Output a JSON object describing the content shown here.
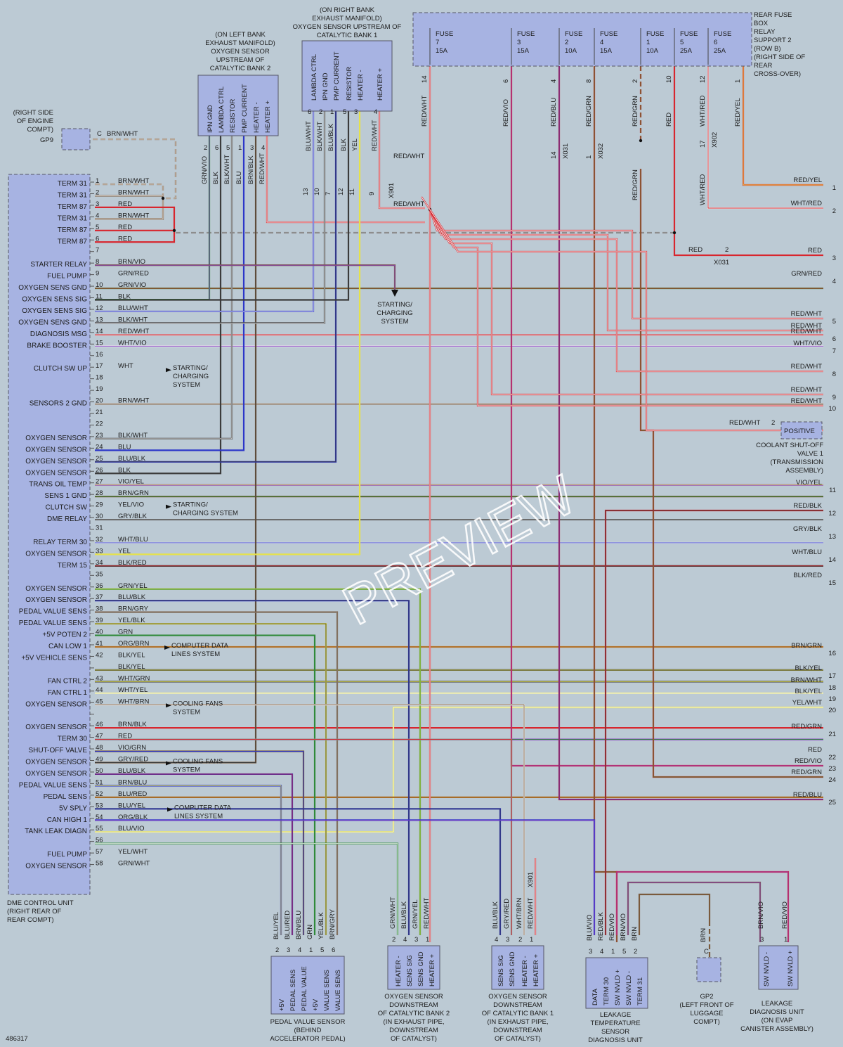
{
  "diagram_id": "486317",
  "watermark": "PREVIEW",
  "colors": {
    "RED": "#d8262e",
    "BRN": "#7a5a3c",
    "WHT": "#f2f2f2",
    "BLU": "#2c36c9",
    "GRN": "#2f8a3a",
    "YEL": "#e6e24a",
    "BLK": "#3b3b3b",
    "VIO": "#8a3fc4",
    "GRY": "#8d8d8d",
    "ORG": "#e88a1c",
    "box_fill": "#a7b3e2",
    "background": "#bccad4"
  },
  "dme": {
    "name": "DME CONTROL UNIT",
    "loc1": "(RIGHT REAR OF",
    "loc2": "REAR COMPT)",
    "pins": [
      {
        "pin": "1",
        "label": "TERM 31",
        "wire": "BRN/WHT"
      },
      {
        "pin": "2",
        "label": "TERM 31",
        "wire": "BRN/WHT"
      },
      {
        "pin": "3",
        "label": "TERM 87",
        "wire": "RED"
      },
      {
        "pin": "4",
        "label": "TERM 31",
        "wire": "BRN/WHT"
      },
      {
        "pin": "5",
        "label": "TERM 87",
        "wire": "RED"
      },
      {
        "pin": "6",
        "label": "TERM 87",
        "wire": "RED"
      },
      {
        "pin": "7",
        "label": "",
        "wire": ""
      },
      {
        "pin": "8",
        "label": "STARTER RELAY",
        "wire": "BRN/VIO"
      },
      {
        "pin": "9",
        "label": "FUEL PUMP",
        "wire": "GRN/RED"
      },
      {
        "pin": "10",
        "label": "OXYGEN SENS GND",
        "wire": "GRN/VIO"
      },
      {
        "pin": "11",
        "label": "OXYGEN SENS SIG",
        "wire": "BLK"
      },
      {
        "pin": "12",
        "label": "OXYGEN SENS SIG",
        "wire": "BLU/WHT"
      },
      {
        "pin": "13",
        "label": "OXYGEN SENS GND",
        "wire": "BLK/WHT"
      },
      {
        "pin": "14",
        "label": "DIAGNOSIS MSG",
        "wire": "RED/WHT"
      },
      {
        "pin": "15",
        "label": "BRAKE BOOSTER",
        "wire": "WHT/VIO"
      },
      {
        "pin": "16",
        "label": "",
        "wire": ""
      },
      {
        "pin": "17",
        "label": "CLUTCH SW UP",
        "wire": "WHT"
      },
      {
        "pin": "18",
        "label": "",
        "wire": ""
      },
      {
        "pin": "19",
        "label": "",
        "wire": ""
      },
      {
        "pin": "20",
        "label": "SENSORS 2 GND",
        "wire": "BRN/WHT"
      },
      {
        "pin": "21",
        "label": "",
        "wire": ""
      },
      {
        "pin": "22",
        "label": "",
        "wire": ""
      },
      {
        "pin": "23",
        "label": "OXYGEN SENSOR",
        "wire": "BLK/WHT"
      },
      {
        "pin": "24",
        "label": "OXYGEN SENSOR",
        "wire": "BLU"
      },
      {
        "pin": "25",
        "label": "OXYGEN SENSOR",
        "wire": "BLU/BLK"
      },
      {
        "pin": "26",
        "label": "OXYGEN SENSOR",
        "wire": "BLK"
      },
      {
        "pin": "27",
        "label": "TRANS OIL TEMP",
        "wire": "VIO/YEL"
      },
      {
        "pin": "28",
        "label": "SENS 1 GND",
        "wire": "BRN/GRN"
      },
      {
        "pin": "29",
        "label": "CLUTCH SW",
        "wire": "YEL/VIO"
      },
      {
        "pin": "30",
        "label": "DME RELAY",
        "wire": "GRY/BLK"
      },
      {
        "pin": "31",
        "label": "",
        "wire": ""
      },
      {
        "pin": "32",
        "label": "RELAY TERM 30",
        "wire": "WHT/BLU"
      },
      {
        "pin": "33",
        "label": "OXYGEN SENSOR",
        "wire": "YEL"
      },
      {
        "pin": "34",
        "label": "TERM 15",
        "wire": "BLK/RED"
      },
      {
        "pin": "35",
        "label": "",
        "wire": ""
      },
      {
        "pin": "36",
        "label": "OXYGEN SENSOR",
        "wire": "GRN/YEL"
      },
      {
        "pin": "37",
        "label": "OXYGEN SENSOR",
        "wire": "BLU/BLK"
      },
      {
        "pin": "38",
        "label": "PEDAL VALUE SENS",
        "wire": "BRN/GRY"
      },
      {
        "pin": "39",
        "label": "PEDAL VALUE SENS",
        "wire": "YEL/BLK"
      },
      {
        "pin": "40",
        "label": "+5V POTEN 2",
        "wire": "GRN"
      },
      {
        "pin": "41",
        "label": "CAN LOW 1",
        "wire": "ORG/BRN"
      },
      {
        "pin": "42",
        "label": "+5V VEHICLE SENS",
        "wire": "BLK/YEL"
      },
      {
        "pin": "",
        "label": "",
        "wire": "BLK/YEL"
      },
      {
        "pin": "43",
        "label": "FAN CTRL 2",
        "wire": "WHT/GRN"
      },
      {
        "pin": "44",
        "label": "FAN CTRL 1",
        "wire": "WHT/YEL"
      },
      {
        "pin": "45",
        "label": "OXYGEN SENSOR",
        "wire": "WHT/BRN"
      },
      {
        "pin": "",
        "label": "",
        "wire": ""
      },
      {
        "pin": "46",
        "label": "OXYGEN SENSOR",
        "wire": "BRN/BLK"
      },
      {
        "pin": "47",
        "label": "TERM 30",
        "wire": "RED"
      },
      {
        "pin": "48",
        "label": "SHUT-OFF VALVE",
        "wire": "VIO/GRN"
      },
      {
        "pin": "49",
        "label": "OXYGEN SENSOR",
        "wire": "GRY/RED"
      },
      {
        "pin": "50",
        "label": "OXYGEN SENSOR",
        "wire": "BLU/BLK"
      },
      {
        "pin": "51",
        "label": "PEDAL VALUE SENS",
        "wire": "BRN/BLU"
      },
      {
        "pin": "52",
        "label": "PEDAL SENS",
        "wire": "BLU/RED"
      },
      {
        "pin": "53",
        "label": "5V SPLY",
        "wire": "BLU/YEL"
      },
      {
        "pin": "54",
        "label": "CAN HIGH 1",
        "wire": "ORG/BLK"
      },
      {
        "pin": "55",
        "label": "TANK LEAK DIAGN",
        "wire": "BLU/VIO"
      },
      {
        "pin": "56",
        "label": "",
        "wire": ""
      },
      {
        "pin": "57",
        "label": "FUEL PUMP",
        "wire": "YEL/WHT"
      },
      {
        "pin": "58",
        "label": "OXYGEN SENSOR",
        "wire": "GRN/WHT"
      }
    ]
  },
  "system_refs": {
    "starting_charging_a": "STARTING/",
    "starting_charging_b": "CHARGING",
    "starting_charging_c": "SYSTEM",
    "starting_charging_system": "CHARGING SYSTEM",
    "computer_data_a": "COMPUTER DATA",
    "computer_data_b": "LINES SYSTEM",
    "cooling_fans_a": "COOLING FANS",
    "cooling_fans_b": "SYSTEM"
  },
  "gp9": {
    "l1": "(RIGHT SIDE",
    "l2": "OF ENGINE",
    "l3": "COMPT)",
    "name": "GP9",
    "pin": "C",
    "wire": "BRN/WHT"
  },
  "o2_left": {
    "l1": "(ON LEFT BANK",
    "l2": "EXHAUST MANIFOLD)",
    "l3": "OXYGEN SENSOR",
    "l4": "UPSTREAM OF",
    "l5": "CATALYTIC BANK 2",
    "pins": [
      {
        "label": "IPN GND",
        "pin": "2",
        "wire": "GRN/VIO"
      },
      {
        "label": "LAMBDA CTRL",
        "pin": "6",
        "wire": "BLK"
      },
      {
        "label": "RESISTOR",
        "pin": "5",
        "wire": "BLK/WHT"
      },
      {
        "label": "PMP CURRENT",
        "pin": "1",
        "wire": "BLU"
      },
      {
        "label": "HEATER -",
        "pin": "3",
        "wire": "BRN/BLK"
      },
      {
        "label": "HEATER +",
        "pin": "4",
        "wire": "RED/WHT"
      }
    ]
  },
  "o2_right": {
    "l1": "(ON RIGHT BANK",
    "l2": "EXHAUST MANIFOLD)",
    "l3": "OXYGEN SENSOR UPSTREAM OF",
    "l4": "CATALYTIC BANK 1",
    "pins": [
      {
        "label": "LAMBDA CTRL",
        "pin": "6",
        "wire": "BLU/WHT",
        "conn": "13"
      },
      {
        "label": "IPN GND",
        "pin": "2",
        "wire": "BLK/WHT",
        "conn": "10"
      },
      {
        "label": "PMP CURRENT",
        "pin": "1",
        "wire": "BLU/BLK",
        "conn": "7"
      },
      {
        "label": "RESISTOR",
        "pin": "5",
        "wire": "BLK",
        "conn": "12"
      },
      {
        "label": "HEATER -",
        "pin": "3",
        "wire": "YEL",
        "conn": "11"
      },
      {
        "label": "HEATER +",
        "pin": "4",
        "wire": "RED/WHT",
        "conn": "9"
      }
    ],
    "connector": "X901",
    "wire_short": "RED/",
    "wire_short2": "WHT"
  },
  "fusebox": {
    "l1": "REAR FUSE",
    "l2": "BOX",
    "l3": "RELAY",
    "l4": "SUPPORT 2",
    "l5": "(ROW B)",
    "l6": "(RIGHT SIDE OF",
    "l7": "REAR",
    "l8": "CROSS-OVER)",
    "fuse_word": "FUSE",
    "fuses": [
      {
        "num": "7",
        "amp": "15A",
        "pin": "14",
        "wire": "RED/WHT"
      },
      {
        "num": "3",
        "amp": "15A",
        "pin": "6",
        "wire": "RED/VIO"
      },
      {
        "num": "2",
        "amp": "10A",
        "pin": "4",
        "wire": "RED/BLU"
      },
      {
        "num": "4",
        "amp": "15A",
        "pin": "8",
        "wire": "RED/GRN"
      },
      {
        "num": "1",
        "amp": "10A",
        "pin": "2",
        "wire": "RED/GRN"
      },
      {
        "num": "5",
        "amp": "25A",
        "pin": "10",
        "wire": "RED"
      },
      {
        "num": "6",
        "amp": "25A",
        "pin": "12",
        "wire": "WHT/RED"
      },
      {
        "num": "",
        "amp": "",
        "pin": "1",
        "wire": "RED/YEL"
      }
    ]
  },
  "connectors": {
    "x031": "X031",
    "x032": "X032",
    "x902": "X902",
    "x901": "X901",
    "pin14": "14",
    "pin1": "1",
    "pin17": "17",
    "pin2": "2",
    "pin9": "9"
  },
  "mid_labels": {
    "redwht": "RED/WHT",
    "redgrn": "RED/GRN",
    "whtred": "WHT/RED",
    "red": "RED"
  },
  "right_wires": [
    {
      "n": "1",
      "w": "RED/YEL"
    },
    {
      "n": "2",
      "w": "WHT/RED"
    },
    {
      "n": "3",
      "w": "RED"
    },
    {
      "n": "4",
      "w": "GRN/RED"
    },
    {
      "n": "5",
      "w": "RED/WHT"
    },
    {
      "n": "",
      "w": "RED/WHT"
    },
    {
      "n": "6",
      "w": "RED/WHT"
    },
    {
      "n": "7",
      "w": "WHT/VIO"
    },
    {
      "n": "8",
      "w": "RED/WHT"
    },
    {
      "n": "9",
      "w": "RED/WHT"
    },
    {
      "n": "10",
      "w": "RED/WHT"
    },
    {
      "n": "11",
      "w": "VIO/YEL"
    },
    {
      "n": "12",
      "w": "RED/BLK"
    },
    {
      "n": "13",
      "w": "GRY/BLK"
    },
    {
      "n": "14",
      "w": "WHT/BLU"
    },
    {
      "n": "15",
      "w": "BLK/RED"
    },
    {
      "n": "16",
      "w": "BRN/GRN"
    },
    {
      "n": "17",
      "w": "BLK/YEL"
    },
    {
      "n": "18",
      "w": "BRN/WHT"
    },
    {
      "n": "19",
      "w": "BLK/YEL"
    },
    {
      "n": "20",
      "w": "YEL/WHT"
    },
    {
      "n": "21",
      "w": "RED/GRN"
    },
    {
      "n": "22",
      "w": "RED"
    },
    {
      "n": "23",
      "w": "RED/VIO"
    },
    {
      "n": "24",
      "w": "RED/GRN"
    },
    {
      "n": "25",
      "w": "RED/BLU"
    }
  ],
  "coolant": {
    "wire": "RED/WHT",
    "pin": "2",
    "term": "POSITIVE",
    "l1": "COOLANT SHUT-OFF",
    "l2": "VALVE 1",
    "l3": "(TRANSMISSION",
    "l4": "ASSEMBLY)"
  },
  "pedal": {
    "l1": "PEDAL VALUE SENSOR",
    "l2": "(BEHIND",
    "l3": "ACCELERATOR PEDAL)",
    "pins": [
      {
        "label": "+5V",
        "pin": "2",
        "wire": "BLU/YEL"
      },
      {
        "label": "PEDAL SENS",
        "pin": "3",
        "wire": "BLU/RED"
      },
      {
        "label": "PEDAL VALUE",
        "pin": "4",
        "wire": "BRN/BLU"
      },
      {
        "label": "+5V",
        "pin": "1",
        "wire": "GRN"
      },
      {
        "label": "VALUE SENS",
        "pin": "5",
        "wire": "YEL/BLK"
      },
      {
        "label": "VALUE SENS",
        "pin": "6",
        "wire": "BRN/GRY"
      }
    ]
  },
  "o2_down2": {
    "l1": "OXYGEN SENSOR",
    "l2": "DOWNSTREAM",
    "l3": "OF CATALYTIC BANK 2",
    "l4": "(IN EXHAUST PIPE,",
    "l5": "DOWNSTREAM",
    "l6": "OF CATALYST)",
    "pins": [
      {
        "label": "HEATER -",
        "pin": "2",
        "wire": "GRN/WHT"
      },
      {
        "label": "SENS SIG",
        "pin": "4",
        "wire": "BLU/BLK"
      },
      {
        "label": "SENS GND",
        "pin": "3",
        "wire": "GRN/YEL"
      },
      {
        "label": "HEATER +",
        "pin": "1",
        "wire": "RED/WHT"
      }
    ]
  },
  "o2_down1": {
    "l1": "OXYGEN SENSOR",
    "l2": "DOWNSTREAM",
    "l3": "OF CATALYTIC BANK 1",
    "l4": "(IN EXHAUST PIPE,",
    "l5": "DOWNSTREAM",
    "l6": "OF CATALYST)",
    "pins": [
      {
        "label": "SENS SIG",
        "pin": "4",
        "wire": "BLU/BLK"
      },
      {
        "label": "SENS GND",
        "pin": "3",
        "wire": "GRY/RED"
      },
      {
        "label": "HEATER -",
        "pin": "2",
        "wire": "WHT/BRN"
      },
      {
        "label": "HEATER +",
        "pin": "1",
        "wire": "RED/WHT"
      }
    ],
    "connector": "X901"
  },
  "leak_temp": {
    "l1": "LEAKAGE",
    "l2": "TEMPERATURE",
    "l3": "SENSOR",
    "l4": "DIAGNOSIS UNIT",
    "pins": [
      {
        "label": "DATA",
        "pin": "3",
        "wire": "BLU/VIO"
      },
      {
        "label": "TERM 30",
        "pin": "4",
        "wire": "RED/BLK"
      },
      {
        "label": "SW NVLD +",
        "pin": "1",
        "wire": "RED/VIO"
      },
      {
        "label": "SW NVLD -",
        "pin": "5",
        "wire": "BRN/VIO"
      },
      {
        "label": "TERM 31",
        "pin": "2",
        "wire": "BRN"
      }
    ]
  },
  "gp2": {
    "name": "GP2",
    "l1": "(LEFT FRONT OF",
    "l2": "LUGGAGE",
    "l3": "COMPT)",
    "pin": "C",
    "wire": "BRN"
  },
  "leak_diag": {
    "l1": "LEAKAGE",
    "l2": "DIAGNOSIS UNIT",
    "l3": "(ON EVAP",
    "l4": "CANISTER ASSEMBLY)",
    "pins": [
      {
        "label": "SW NVLD -",
        "pin": "3",
        "wire": "BRN/VIO"
      },
      {
        "label": "SW NVLD +",
        "pin": "1",
        "wire": "RED/VIO"
      }
    ]
  }
}
